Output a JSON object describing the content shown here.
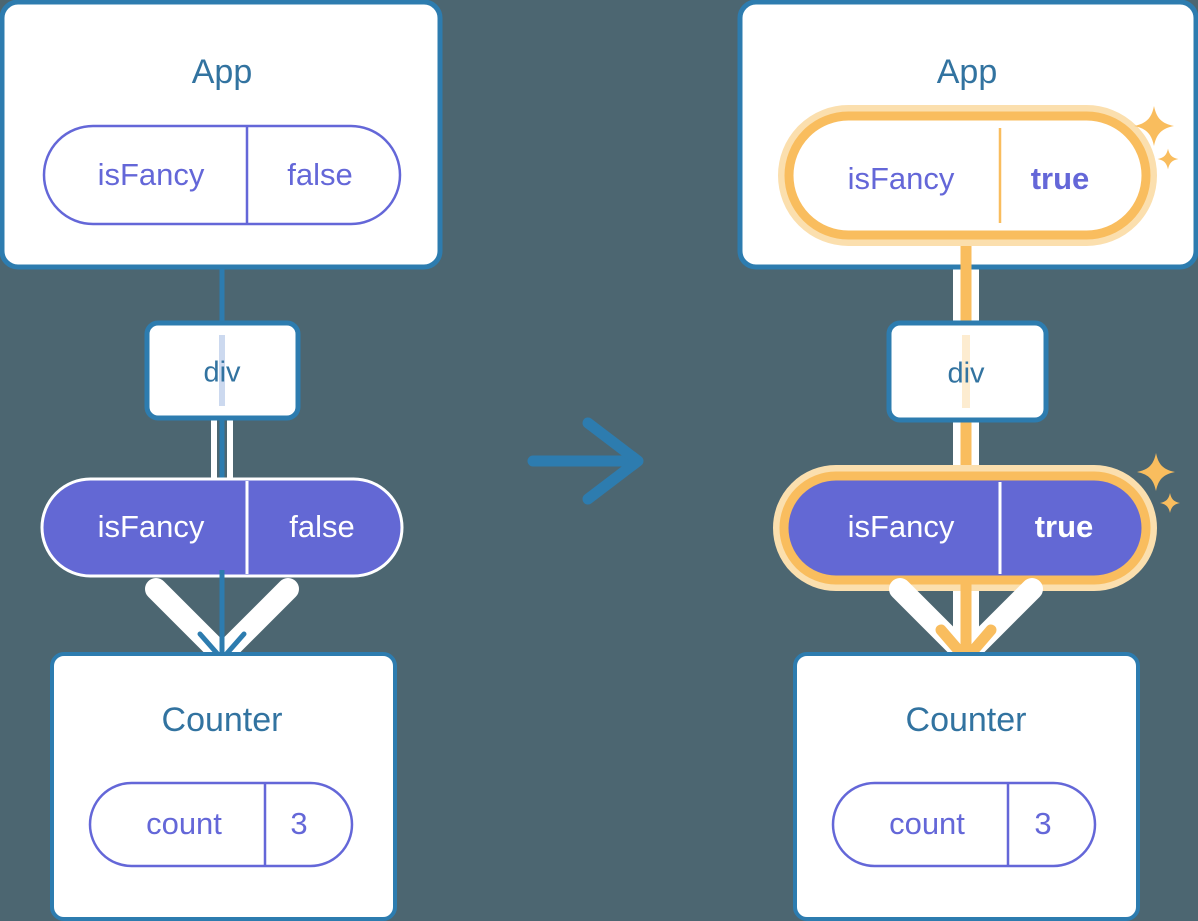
{
  "diagram": {
    "title_semantic": "react-state-propagation-before-after",
    "background_color": "#4c6671",
    "colors": {
      "card_border": "#2d7caf",
      "card_fill": "#ffffff",
      "title_blue": "#3273a0",
      "purple": "#6467d8",
      "purple_fill": "#6368d4",
      "white": "#ffffff",
      "highlight_orange": "#f9bd5e",
      "highlight_glow": "#fbdfae",
      "line_blue": "#2d7caf"
    },
    "transition_arrow": {
      "icon": "arrow-right-icon",
      "color": "#2d7caf"
    },
    "before": {
      "app_card": {
        "title": "App",
        "pill": {
          "key": "isFancy",
          "value": "false",
          "style": "outline",
          "highlighted": false
        }
      },
      "div_node": {
        "label": "div"
      },
      "prop_pill": {
        "key": "isFancy",
        "value": "false",
        "style": "solid",
        "highlighted": false
      },
      "counter_card": {
        "title": "Counter",
        "pill": {
          "key": "count",
          "value": "3",
          "style": "outline",
          "highlighted": false
        }
      },
      "flow_color": "#2d7caf",
      "sparkles": false
    },
    "after": {
      "app_card": {
        "title": "App",
        "pill": {
          "key": "isFancy",
          "value": "true",
          "style": "outline",
          "highlighted": true,
          "value_bold": true
        }
      },
      "div_node": {
        "label": "div"
      },
      "prop_pill": {
        "key": "isFancy",
        "value": "true",
        "style": "solid",
        "highlighted": true,
        "value_bold": true
      },
      "counter_card": {
        "title": "Counter",
        "pill": {
          "key": "count",
          "value": "3",
          "style": "outline",
          "highlighted": false
        }
      },
      "flow_color": "#f9bd5e",
      "sparkles": true,
      "sparkle_icons": [
        "sparkle-large-icon",
        "sparkle-small-icon"
      ]
    }
  }
}
